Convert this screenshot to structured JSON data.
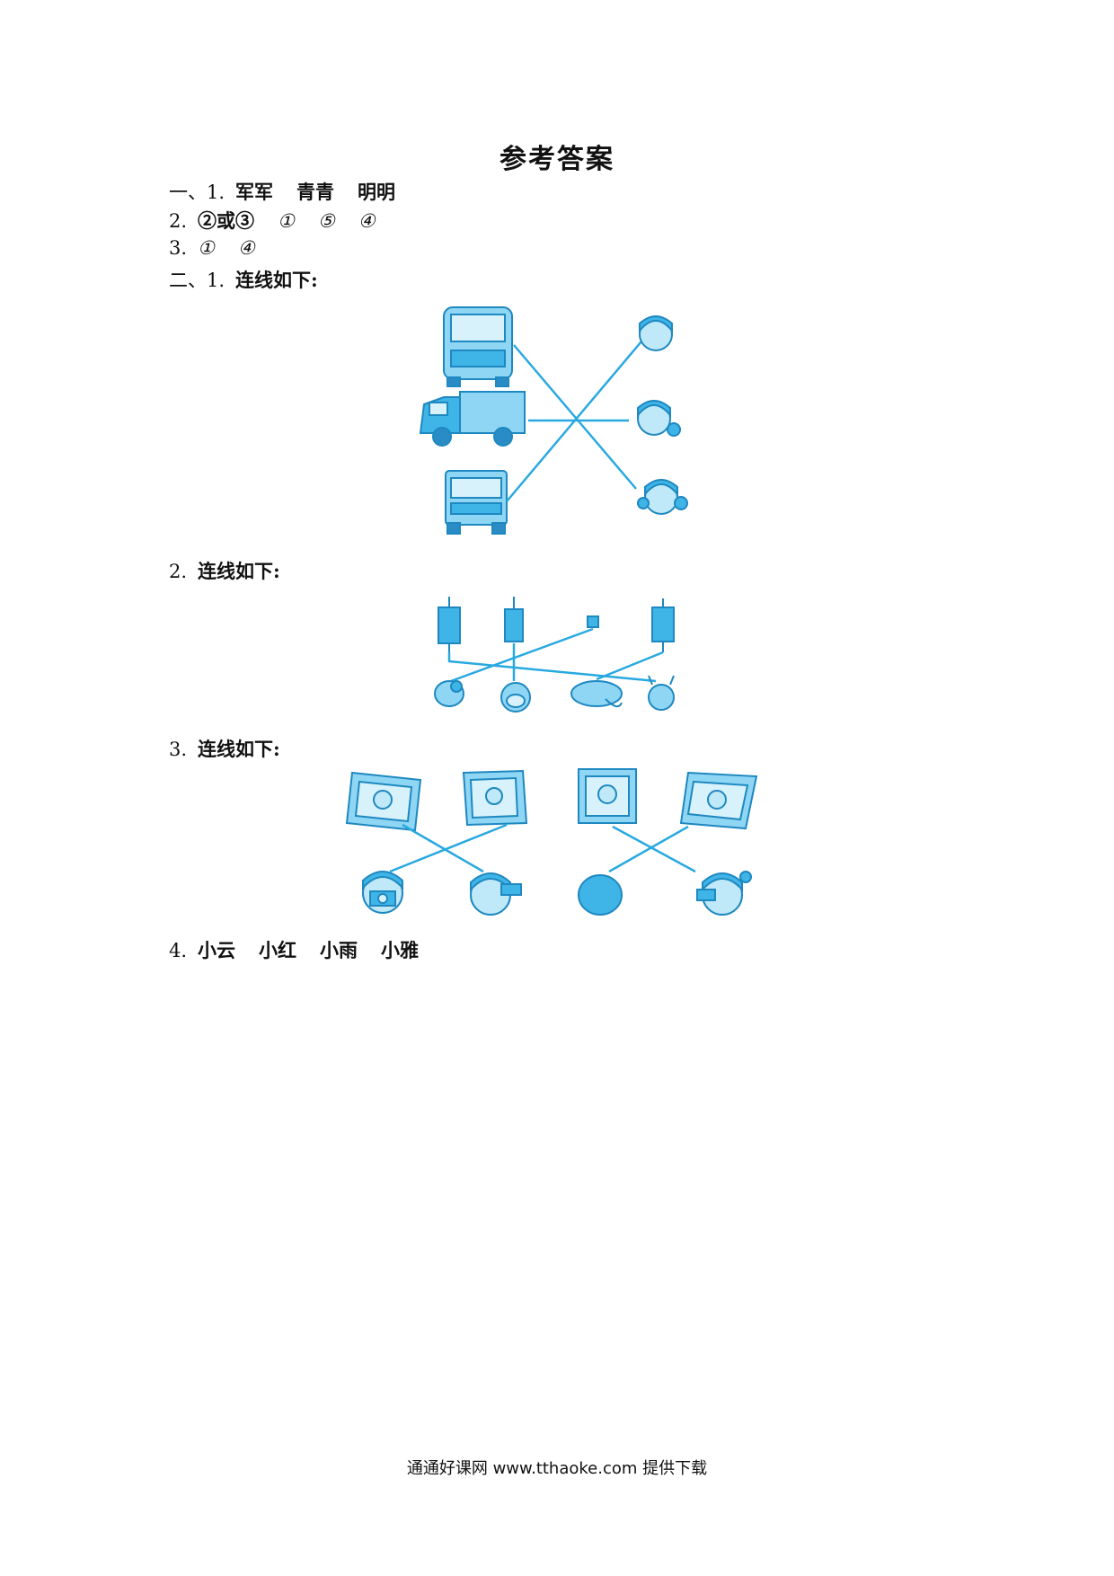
{
  "title": "参考答案",
  "s1": {
    "prefix": "一、1.",
    "answers": [
      "军军",
      "青青",
      "明明"
    ]
  },
  "q2": {
    "num": "2.",
    "items": [
      "②或③",
      "①",
      "⑤",
      "④"
    ]
  },
  "q3": {
    "num": "3.",
    "items": [
      "①",
      "④"
    ]
  },
  "s2": {
    "prefix": "二、1.",
    "label": "连线如下:",
    "q2_num": "2.",
    "q2_label": "连线如下:",
    "q3_num": "3.",
    "q3_label": "连线如下:",
    "q4_num": "4.",
    "q4_answers": [
      "小云",
      "小红",
      "小雨",
      "小雅"
    ]
  },
  "colors": {
    "accent": "#3fb4e6",
    "accent_light": "#9fdcf5",
    "line": "#29a9e0"
  },
  "footer": "通通好课网  www.tthaoke.com  提供下载"
}
